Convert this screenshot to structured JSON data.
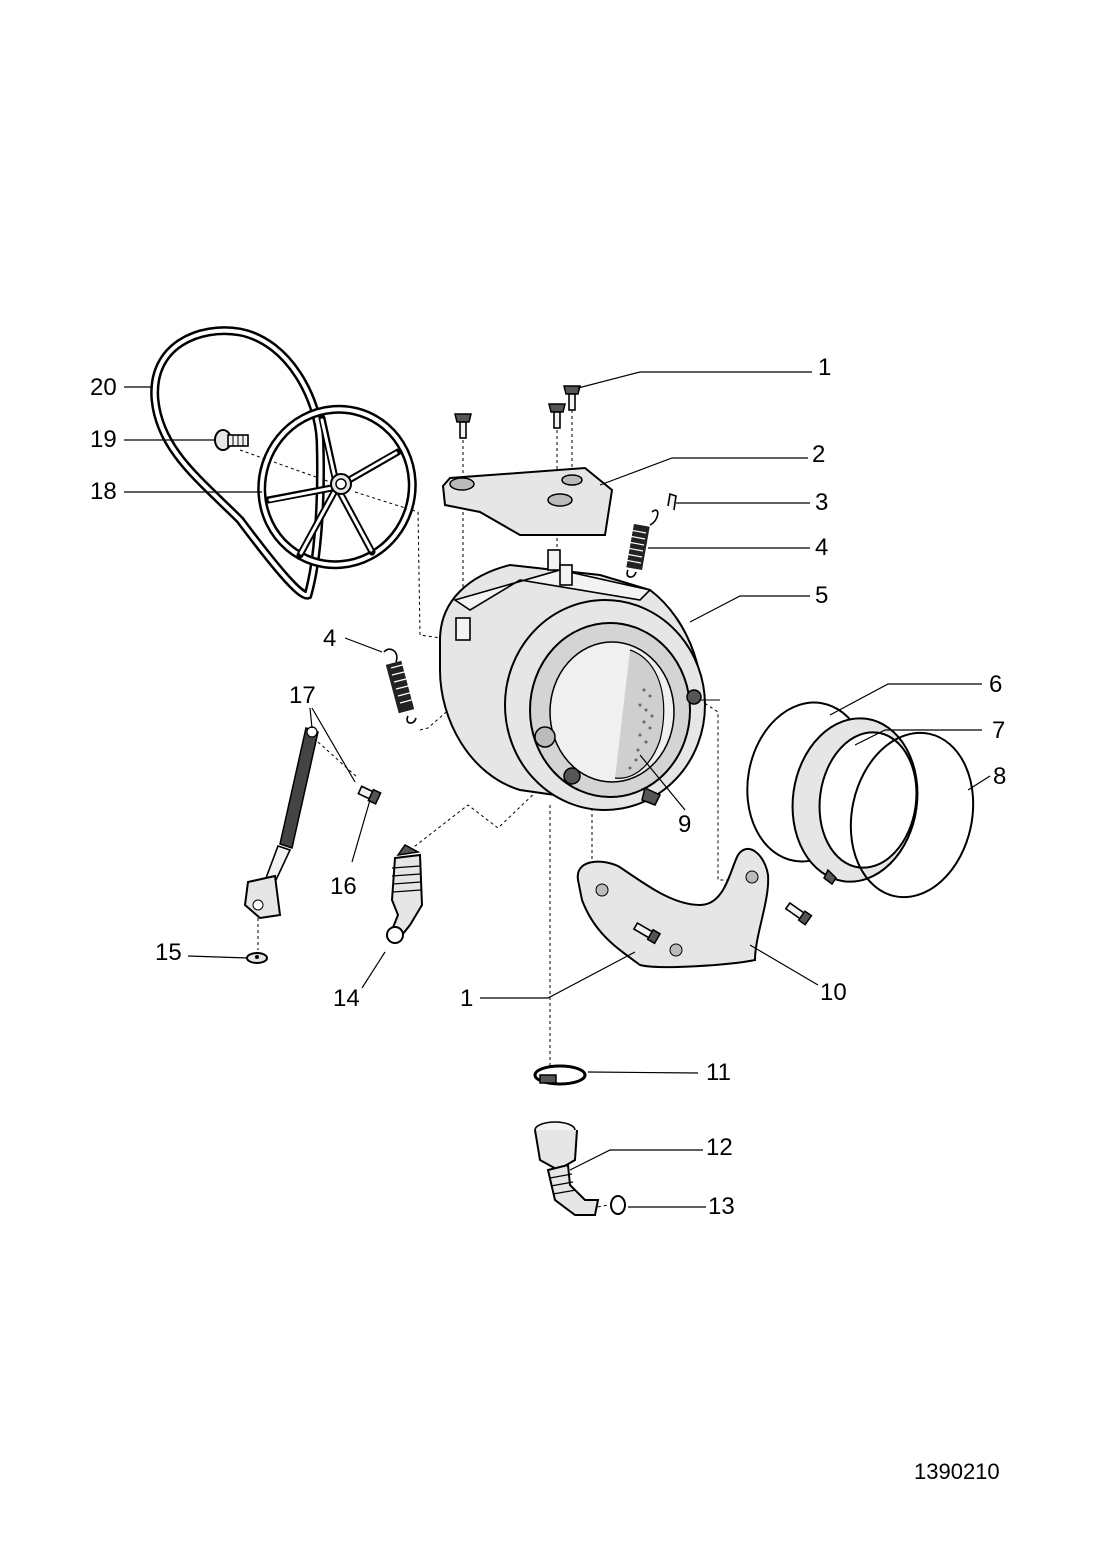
{
  "callouts": {
    "c1_top": "1",
    "c2": "2",
    "c3": "3",
    "c4_right": "4",
    "c5": "5",
    "c4_left": "4",
    "c6": "6",
    "c7": "7",
    "c8": "8",
    "c9": "9",
    "c10": "10",
    "c1_bottom": "1",
    "c11": "11",
    "c12": "12",
    "c13": "13",
    "c14": "14",
    "c15": "15",
    "c16": "16",
    "c17": "17",
    "c18": "18",
    "c19": "19",
    "c20": "20"
  },
  "document_id": "1390210"
}
